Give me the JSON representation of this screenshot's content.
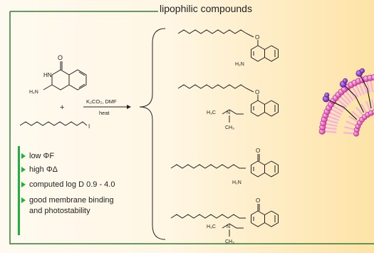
{
  "heading": "lipophilic compounds",
  "reagents": {
    "plus": "+",
    "iodide": "I",
    "conditions_top": "K₂CO₃, DMF",
    "conditions_bottom": "heat"
  },
  "atoms": {
    "oxygen": "O",
    "nitrogen": "N",
    "nh": "HN",
    "amine": "H₂N",
    "methyl": "H₃C",
    "methyl_down": "CH₃"
  },
  "properties": [
    {
      "text": "low ΦF"
    },
    {
      "text": "high ΦΔ"
    },
    {
      "text": "computed log D 0.9 - 4.0"
    },
    {
      "text": "good membrane binding"
    },
    {
      "text": "and photostability"
    }
  ],
  "colors": {
    "background_left": "#fffaf0",
    "background_right": "#fde3a6",
    "panel_border": "#2e7d32",
    "bullet_green": "#20b040",
    "lipid_head": "#e040b0",
    "lipid_tail": "#f7b2dc",
    "photosensitizer": "#7a2ab8",
    "line": "#222222"
  },
  "icons": [
    "arrow-icon",
    "liposome-icon",
    "bracket-icon"
  ]
}
